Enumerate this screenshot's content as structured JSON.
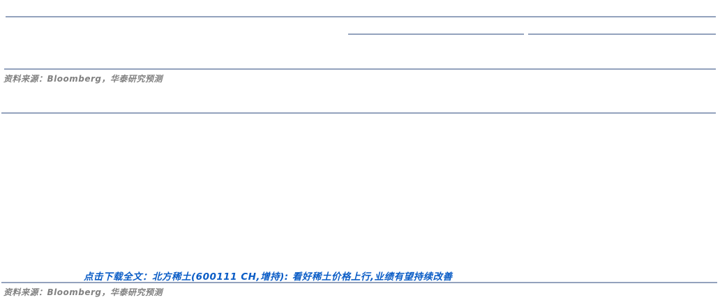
{
  "colors": {
    "table_rule": "#93a2bd",
    "link_blue": "#0a5cc6",
    "source_text_gray": "#808080"
  },
  "table1": {
    "source_note": "资料来源：Bloomberg，华泰研究预测"
  },
  "footer": {
    "download_link": "点击下载全文：北方稀土(600111 CH,增持): 看好稀土价格上行,业绩有望持续改善",
    "source_note": "资料来源：Bloomberg，华泰研究预测"
  }
}
